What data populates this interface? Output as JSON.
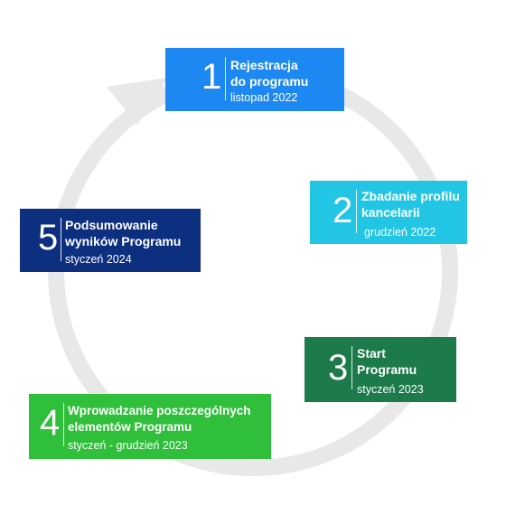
{
  "colors": {
    "ring": "#e8e8e8",
    "step1": "#1e88f2",
    "step2": "#22c6e4",
    "step3": "#1d7a4a",
    "step4": "#2fbf3a",
    "step5": "#0d2f80"
  },
  "steps": [
    {
      "number": "1",
      "title_line1": "Rejestracja",
      "title_line2": "do programu",
      "date": "listopad 2022"
    },
    {
      "number": "2",
      "title_line1": "Zbadanie profilu",
      "title_line2": "kancelarii",
      "date": "grudzień 2022"
    },
    {
      "number": "3",
      "title_line1": "Start",
      "title_line2": "Programu",
      "date": "styczeń 2023"
    },
    {
      "number": "4",
      "title_line1": "Wprowadzanie poszczególnych",
      "title_line2": "elementów Programu",
      "date": "styczeń - grudzień 2023"
    },
    {
      "number": "5",
      "title_line1": "Podsumowanie",
      "title_line2": "wyników Programu",
      "date": "styczeń 2024"
    }
  ]
}
